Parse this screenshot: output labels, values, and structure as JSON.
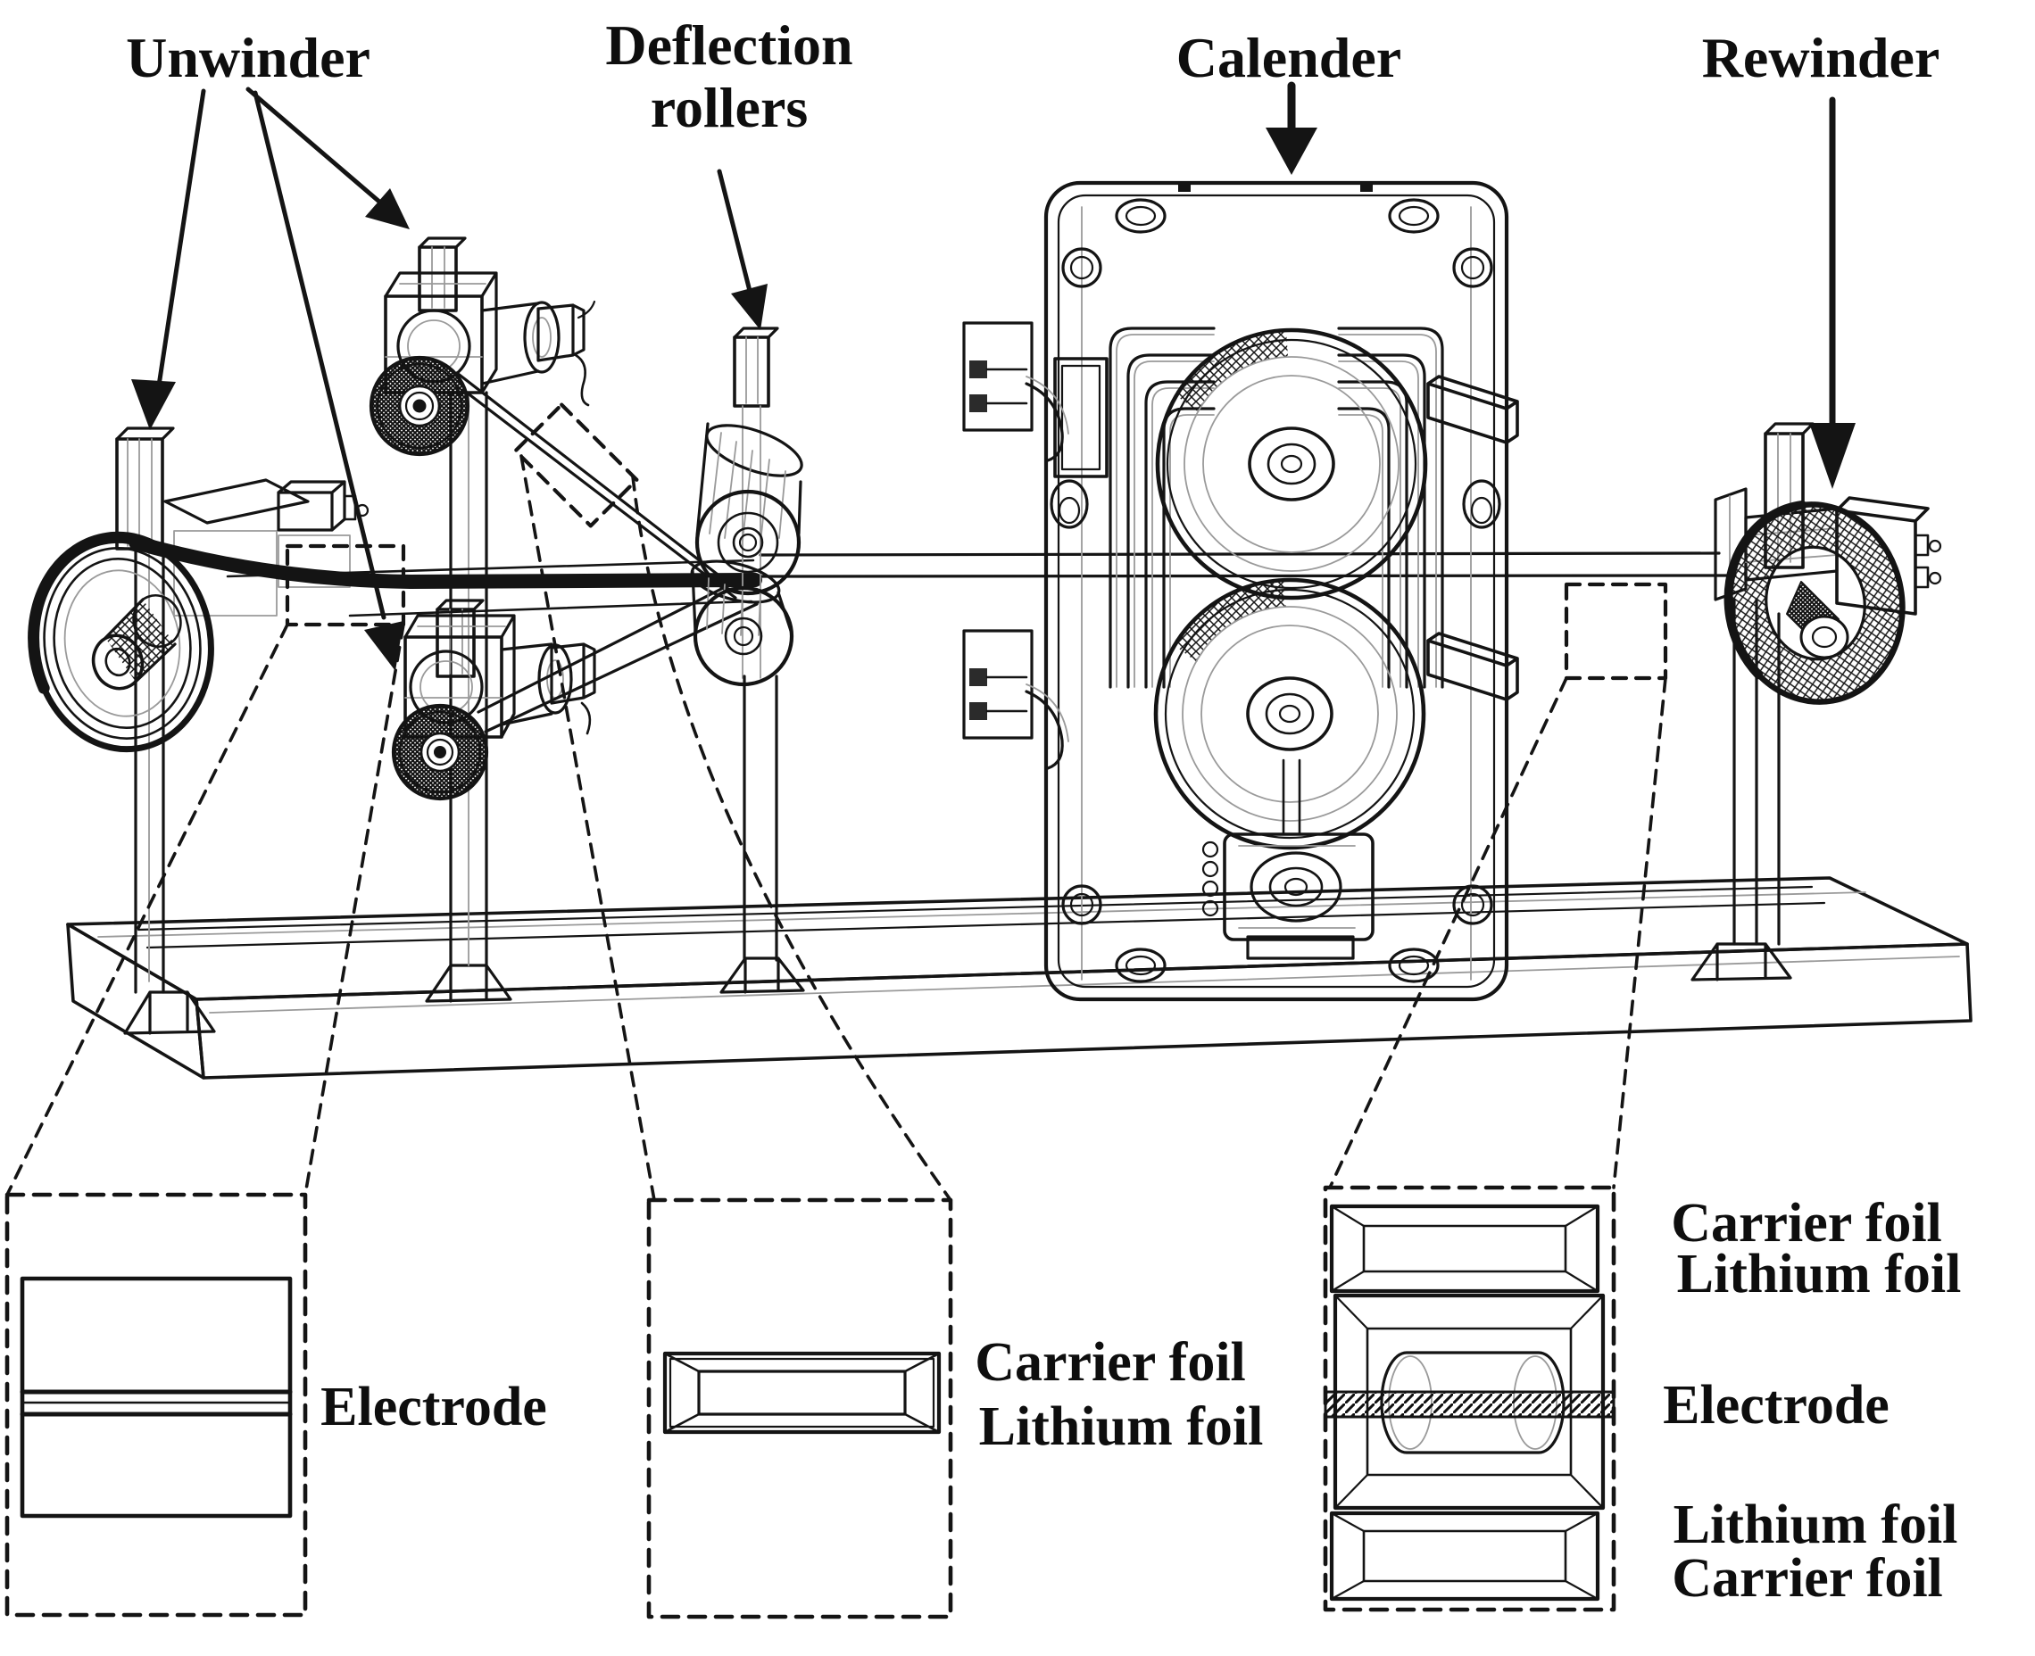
{
  "colors": {
    "ink": "#141414",
    "ghost": "#9a9a9a",
    "paper": "#ffffff"
  },
  "labels": {
    "unwinder": "Unwinder",
    "deflection_line1": "Deflection",
    "deflection_line2": "rollers",
    "calender": "Calender",
    "rewinder": "Rewinder"
  },
  "callouts": {
    "electrode_section": {
      "label": "Electrode"
    },
    "foil_section": {
      "line1": "Carrier foil",
      "line2": "Lithium foil"
    },
    "laminate_section": {
      "top_carrier": "Carrier foil",
      "top_lithium": "Lithium foil",
      "electrode": "Electrode",
      "bottom_lithium": "Lithium foil",
      "bottom_carrier": "Carrier foil"
    }
  }
}
